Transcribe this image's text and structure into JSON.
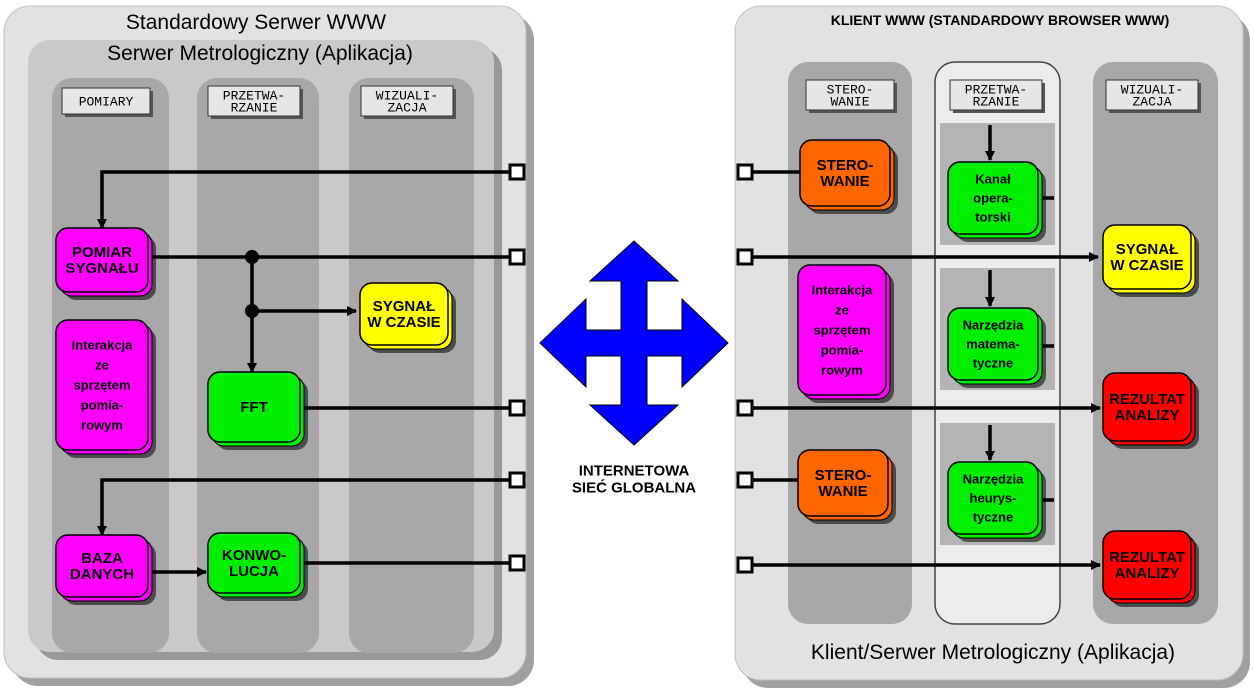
{
  "server": {
    "outer_title": "Standardowy Serwer WWW",
    "app_title": "Serwer Metrologiczny (Aplikacja)",
    "columns": {
      "pomiary": [
        "POMIARY"
      ],
      "przetwarzanie": [
        "PRZETWA-",
        "RZANIE"
      ],
      "wizualizacja": [
        "WIZUALI-",
        "ZACJA"
      ]
    },
    "boxes": {
      "pomiar": [
        "POMIAR",
        "SYGNAŁU"
      ],
      "interakcja": [
        "Interakcja",
        "ze",
        "sprzętem",
        "pomia-",
        "rowym"
      ],
      "baza": [
        "BAZA",
        "DANYCH"
      ],
      "fft": [
        "FFT"
      ],
      "konwolucja": [
        "KONWO-",
        "LUCJA"
      ],
      "sygnal": [
        "SYGNAŁ",
        "W CZASIE"
      ]
    }
  },
  "network": {
    "label": [
      "INTERNETOWA",
      "SIEĆ GLOBALNA"
    ],
    "arrow_color": "#0000ff"
  },
  "client": {
    "outer_title": "KLIENT WWW (STANDARDOWY BROWSER WWW)",
    "app_title": "Klient/Serwer Metrologiczny (Aplikacja)",
    "columns": {
      "sterowanie": [
        "STERO-",
        "WANIE"
      ],
      "przetwarzanie": [
        "PRZETWA-",
        "RZANIE"
      ],
      "wizualizacja": [
        "WIZUALI-",
        "ZACJA"
      ]
    },
    "boxes": {
      "sterowanie1": [
        "STERO-",
        "WANIE"
      ],
      "interakcja": [
        "Interakcja",
        "ze",
        "sprzętem",
        "pomia-",
        "rowym"
      ],
      "sterowanie2": [
        "STERO-",
        "WANIE"
      ],
      "kanal": [
        "Kanał",
        "opera-",
        "torski"
      ],
      "narzedzia_mat": [
        "Narzędzia",
        "matema-",
        "tyczne"
      ],
      "narzedzia_heur": [
        "Narzędzia",
        "heurys-",
        "tyczne"
      ],
      "sygnal": [
        "SYGNAŁ",
        "W CZASIE"
      ],
      "rezultat1": [
        "REZULTAT",
        "ANALIZY"
      ],
      "rezultat2": [
        "REZULTAT",
        "ANALIZY"
      ]
    }
  },
  "colors": {
    "magenta": "#ff00ff",
    "green": "#00ee00",
    "yellow": "#ffff00",
    "orange": "#ff6600",
    "red": "#ff0000",
    "panel_light": "#e0e0e0",
    "panel_mid": "#c8c8c8",
    "column": "#a8a8a8"
  }
}
